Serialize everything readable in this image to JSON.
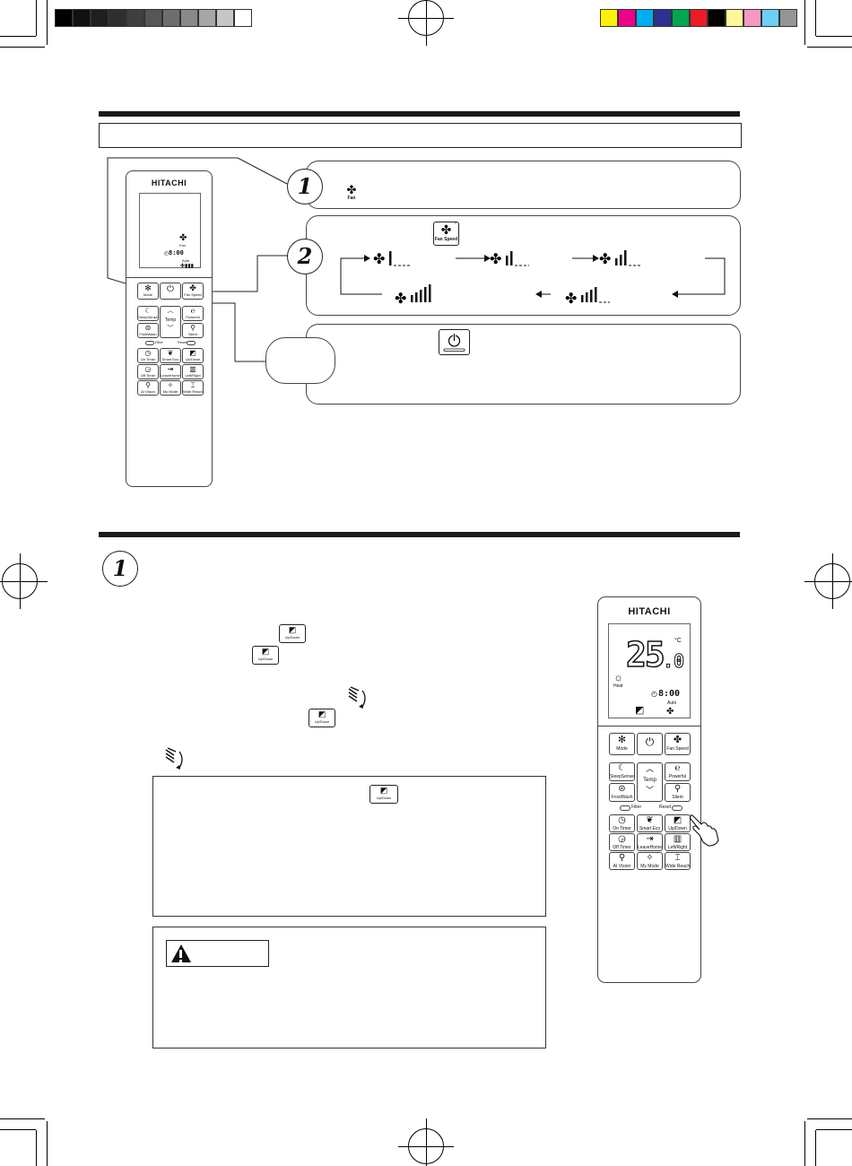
{
  "brand": "HITACHI",
  "swatches_gray": [
    "#000000",
    "#111111",
    "#1f1f1f",
    "#2e2e2e",
    "#3f3f3f",
    "#565656",
    "#6e6e6e",
    "#898989",
    "#a6a6a6",
    "#c6c6c6",
    "#ffffff"
  ],
  "swatches_color": [
    "#fff200",
    "#ec008c",
    "#00aeef",
    "#2e3192",
    "#00a651",
    "#ed1c24",
    "#000000",
    "#fff799",
    "#f49ac1",
    "#6dcff6",
    "#959595"
  ],
  "step1_num": "1",
  "step2_num": "2",
  "section_step_num": "1",
  "icons": {
    "fan": "fan-icon",
    "power": "power-icon",
    "mode": "mode-icon",
    "up_down": "up-down-swing-icon",
    "left_right": "left-right-swing-icon",
    "timer": "timer-icon",
    "warning": "warning-icon",
    "hand": "pointing-hand-icon"
  },
  "step1": {
    "fan_label": "Fan"
  },
  "step2": {
    "key_label": "Fan Speed"
  },
  "remote_small": {
    "lcd": {
      "mode": "Fan",
      "time": "8:00",
      "auto": "Auto"
    },
    "buttons": {
      "mode": "Mode",
      "fan_speed": "Fan Speed",
      "sleep": "SleepSense",
      "temp": "Temp",
      "powerful": "Powerful",
      "frostwash": "FrostWash",
      "silent": "Silent",
      "filter": "Filter",
      "reset": "Reset",
      "on_timer": "On Timer",
      "smart_eco": "Smart Eco",
      "up_down": "Up/Down",
      "off_timer": "Off Timer",
      "leave_home": "LeaveHome",
      "left_right": "Left/Right",
      "ai_vision": "AI Vision",
      "my_mode": "My Mode",
      "wide_reach": "Wide Reach"
    }
  },
  "remote_large": {
    "lcd": {
      "temp_main": "25",
      "temp_dec": ".0",
      "unit": "°C",
      "mode": "Heat",
      "time": "8:00",
      "auto": "Auto"
    },
    "buttons": {
      "mode": "Mode",
      "fan_speed": "Fan Speed",
      "sleep": "SleepSense",
      "temp": "Temp",
      "powerful": "Powerful",
      "frostwash": "FrostWash",
      "silent": "Silent",
      "filter": "Filter",
      "reset": "Reset",
      "on_timer": "On Timer",
      "smart_eco": "Smart Eco",
      "up_down": "Up/Down",
      "off_timer": "Off Timer",
      "leave_home": "LeaveHome",
      "left_right": "Left/Right",
      "ai_vision": "AI Vision",
      "my_mode": "My Mode",
      "wide_reach": "Wide Reach"
    }
  },
  "keys": {
    "up_down": "Up/Down"
  }
}
